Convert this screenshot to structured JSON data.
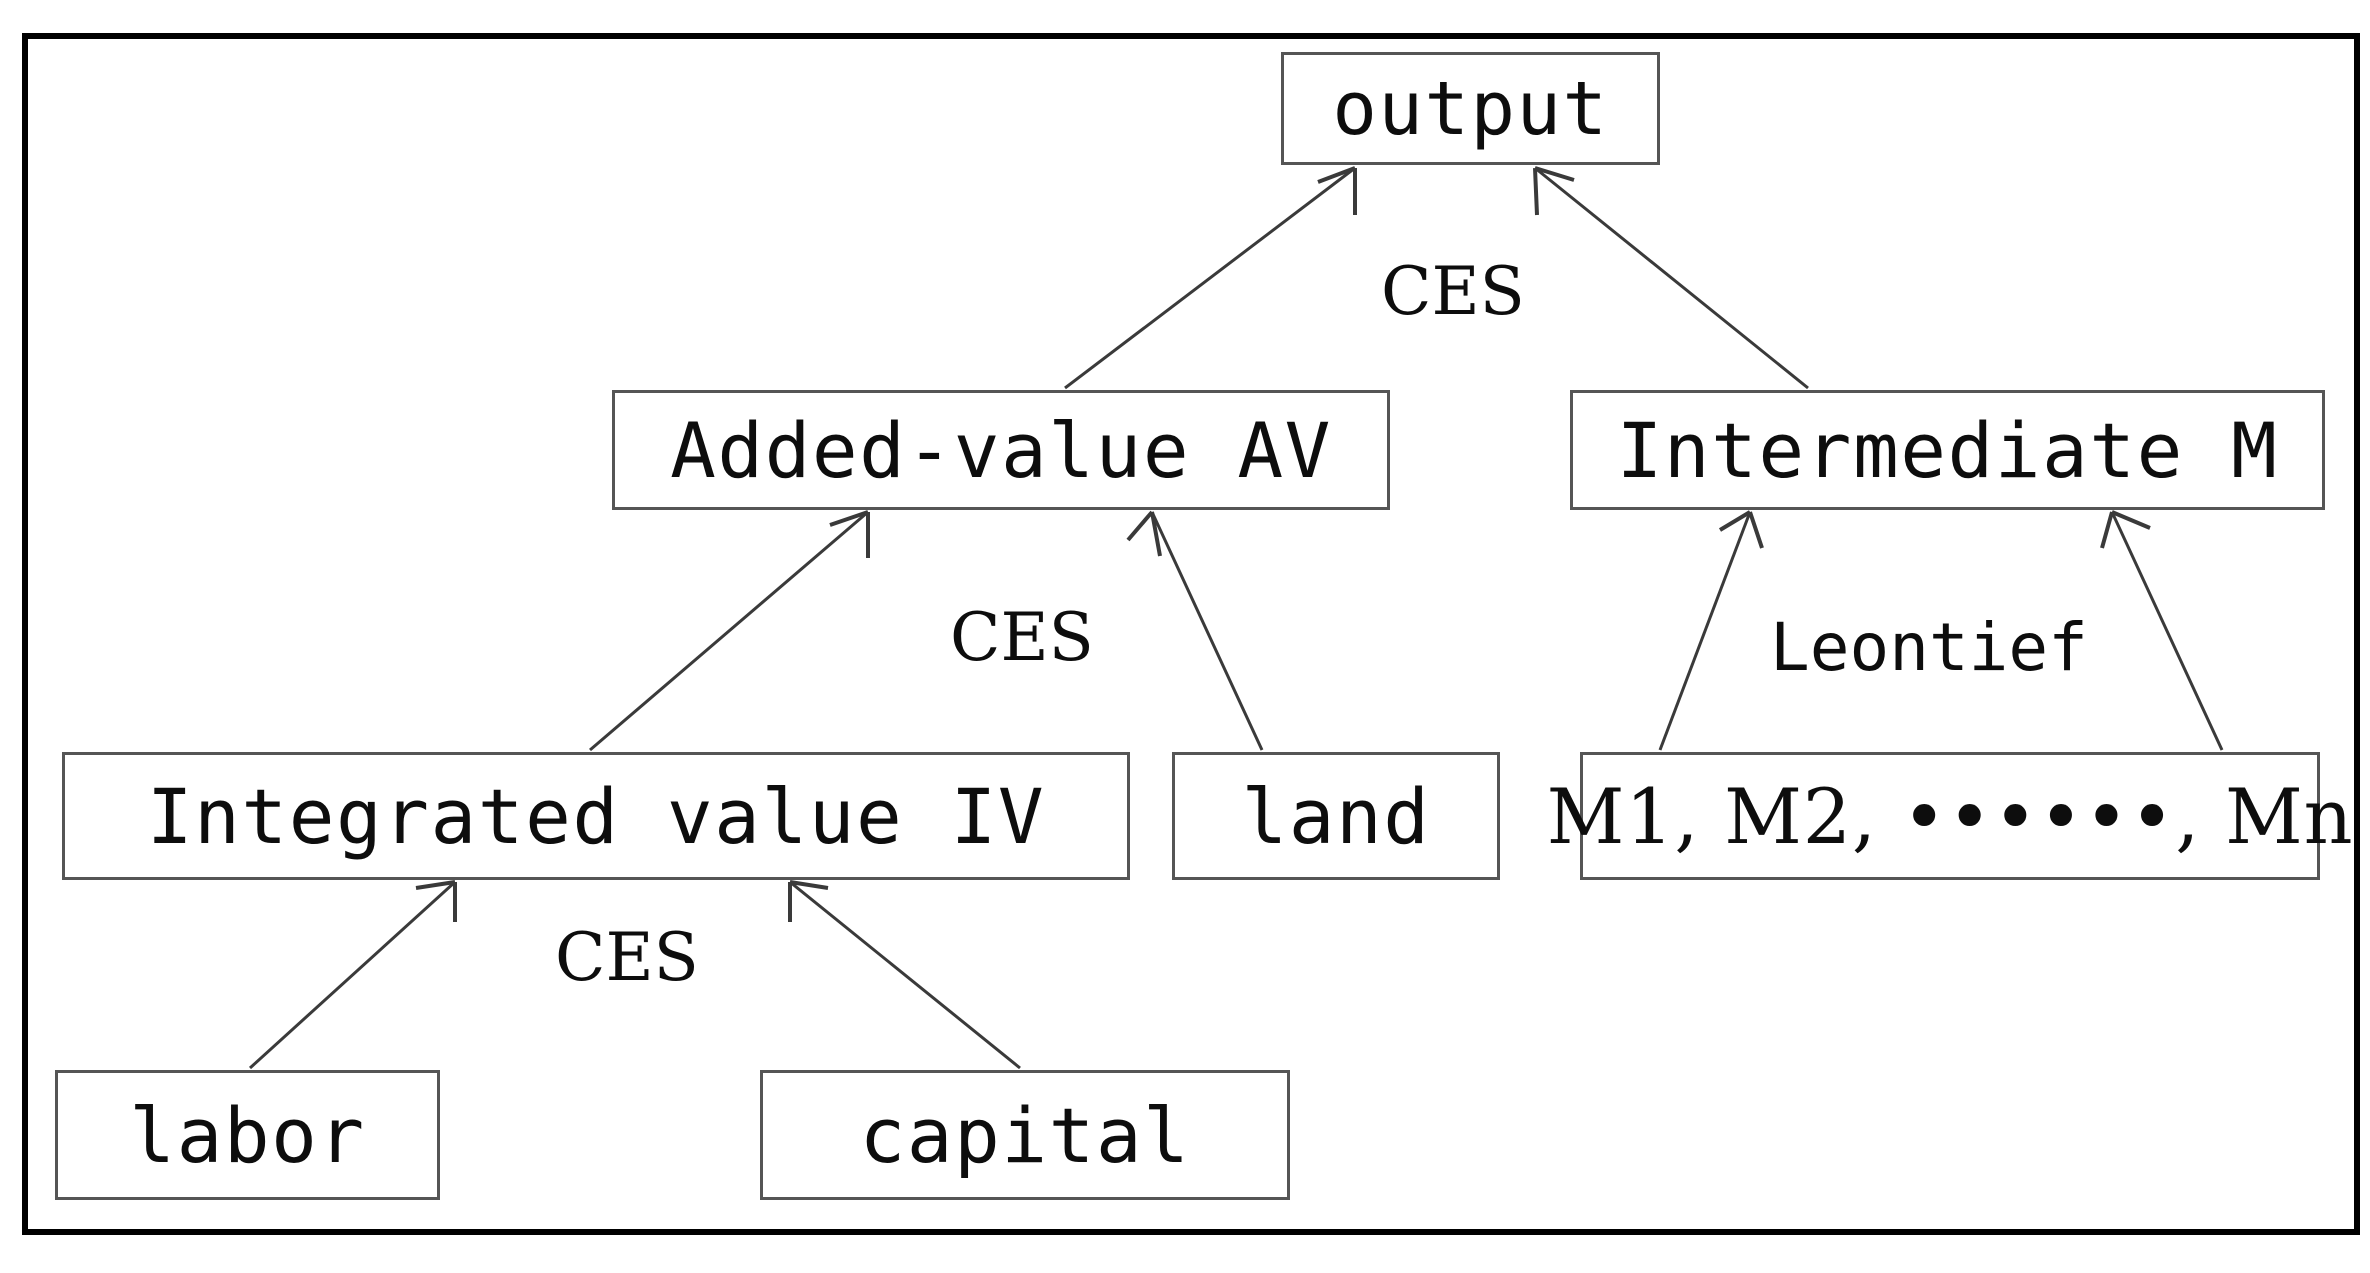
{
  "diagram": {
    "title": "Nested production function structure",
    "background_color": "#ffffff",
    "border_color": "#000000",
    "box_border_color": "#555555",
    "text_color": "#0d0d0d"
  },
  "nodes": {
    "output": {
      "label": "output"
    },
    "added_value": {
      "label": "Added-value AV"
    },
    "intermediate": {
      "label": "Intermediate M"
    },
    "integrated": {
      "label": "Integrated value IV"
    },
    "land": {
      "label": "land"
    },
    "intermediates": {
      "label": "M1, M2, ••••••, Mn"
    },
    "labor": {
      "label": "labor"
    },
    "capital": {
      "label": "capital"
    }
  },
  "edge_labels": {
    "ces_output": "CES",
    "ces_av": "CES",
    "leontief": "Leontief",
    "ces_iv": "CES"
  },
  "edges": [
    {
      "from": "added_value",
      "to": "output",
      "nest": "CES"
    },
    {
      "from": "intermediate",
      "to": "output",
      "nest": "CES"
    },
    {
      "from": "integrated",
      "to": "added_value",
      "nest": "CES"
    },
    {
      "from": "land",
      "to": "added_value",
      "nest": "CES"
    },
    {
      "from": "intermediates",
      "to": "intermediate",
      "nest": "Leontief"
    },
    {
      "from": "labor",
      "to": "integrated",
      "nest": "CES"
    },
    {
      "from": "capital",
      "to": "integrated",
      "nest": "CES"
    }
  ]
}
